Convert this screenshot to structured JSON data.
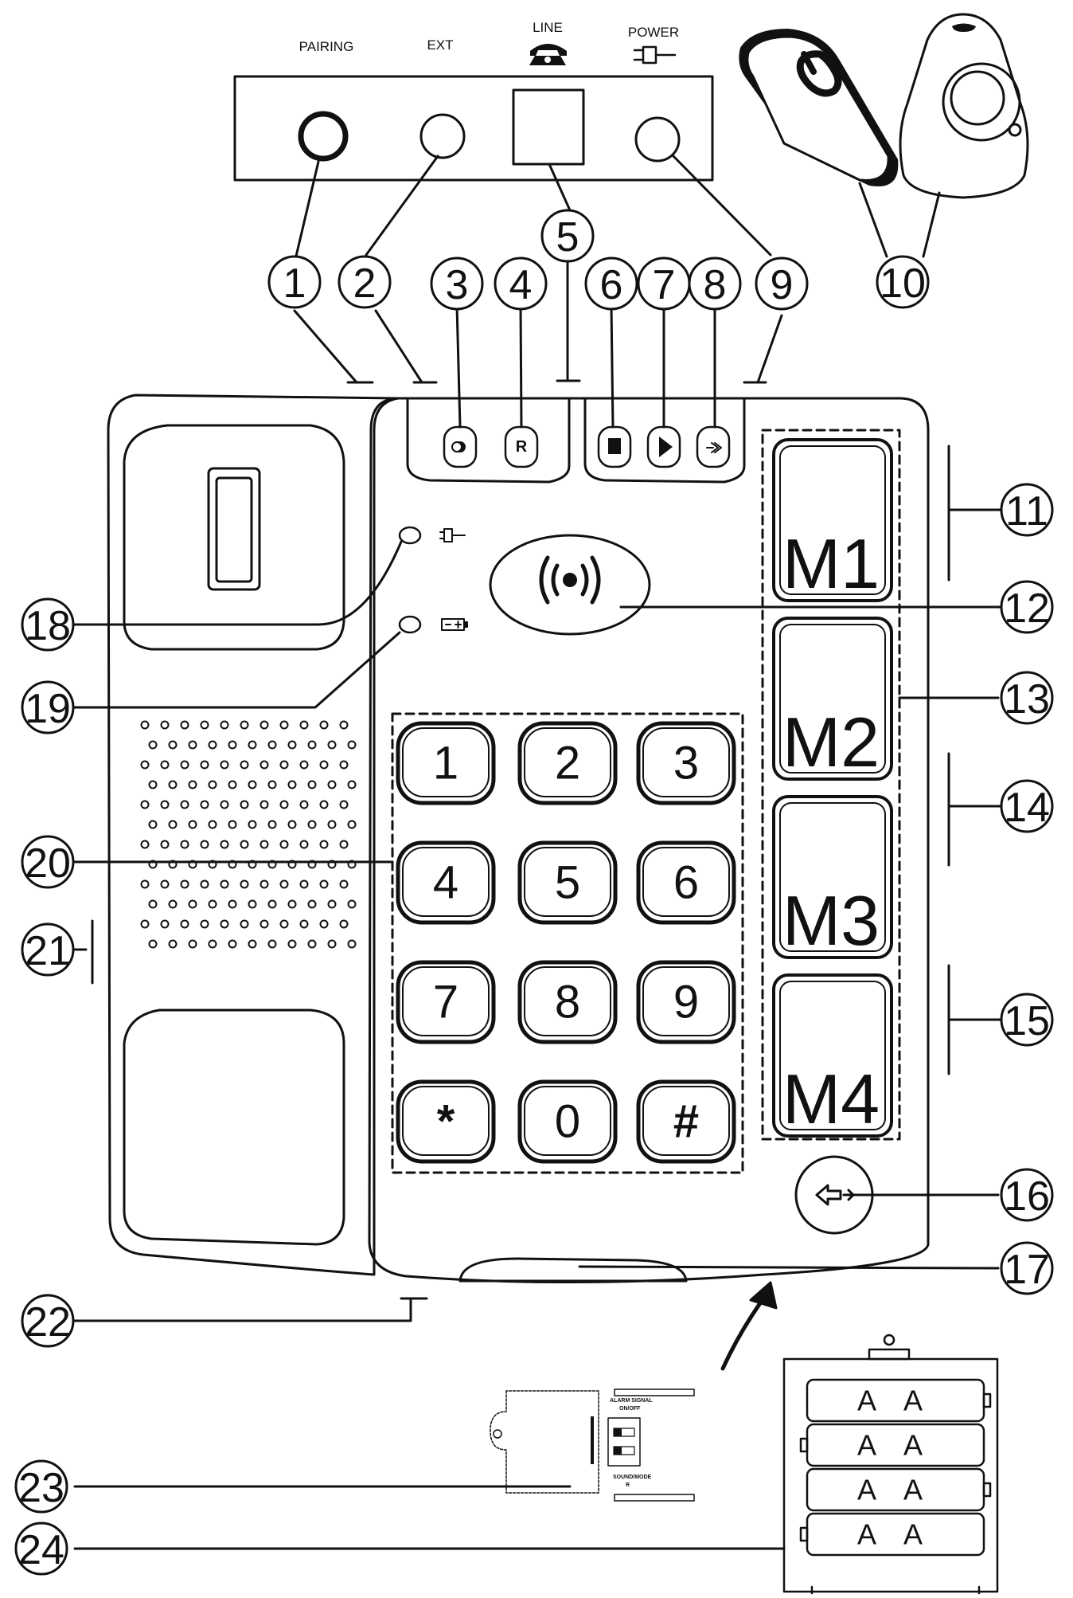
{
  "connectors": {
    "pairing": "PAIRING",
    "ext": "EXT",
    "line": "LINE",
    "power": "POWER"
  },
  "icons": {
    "line": "telephone-icon",
    "power": "plug-icon",
    "hook": "hook-icon",
    "redial": "R",
    "stop": "stop-icon",
    "play": "play-icon",
    "memory": "memory-icon",
    "sos": "alarm-signal-icon",
    "power_led": "plug-icon",
    "battery_led": "battery-icon",
    "speaker": "speaker-grille"
  },
  "keypad": [
    "1",
    "2",
    "3",
    "4",
    "5",
    "6",
    "7",
    "8",
    "9",
    "*",
    "0",
    "#"
  ],
  "memory_keys": [
    "M1",
    "M2",
    "M3",
    "M4"
  ],
  "battery_cells": [
    "A A",
    "A A",
    "A A",
    "A A"
  ],
  "switch_panel": {
    "label_top": "ALARM SIGNAL",
    "label_top2": "ON/OFF",
    "label_bottom": "SOUND/MODE",
    "label_bottom2": "R"
  },
  "callouts": [
    "1",
    "2",
    "3",
    "4",
    "5",
    "6",
    "7",
    "8",
    "9",
    "10",
    "11",
    "12",
    "13",
    "14",
    "15",
    "16",
    "17",
    "18",
    "19",
    "20",
    "21",
    "22",
    "23",
    "24"
  ]
}
